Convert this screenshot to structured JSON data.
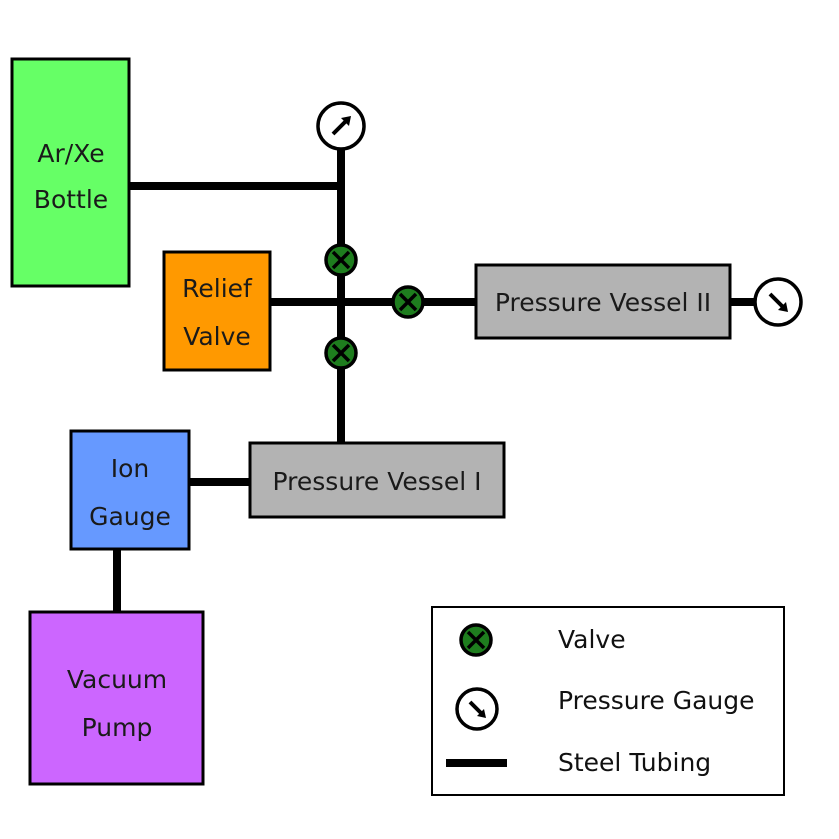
{
  "components": {
    "bottle": {
      "line1": "Ar/Xe",
      "line2": "Bottle",
      "color": "#66ff66"
    },
    "relief": {
      "line1": "Relief",
      "line2": "Valve",
      "color": "#ff9900"
    },
    "vessel2": {
      "label": "Pressure Vessel II",
      "color": "#b3b3b3"
    },
    "vessel1": {
      "label": "Pressure Vessel I",
      "color": "#b3b3b3"
    },
    "ion": {
      "line1": "Ion",
      "line2": "Gauge",
      "color": "#6699ff"
    },
    "pump": {
      "line1": "Vacuum",
      "line2": "Pump",
      "color": "#cc66ff"
    }
  },
  "valve_color": "#1a7a1a",
  "icons": {
    "valve": "valve-icon",
    "gauge": "pressure-gauge-icon",
    "tubing": "steel-tubing-icon"
  },
  "legend": {
    "valve": "Valve",
    "gauge": "Pressure Gauge",
    "tubing": "Steel Tubing"
  }
}
